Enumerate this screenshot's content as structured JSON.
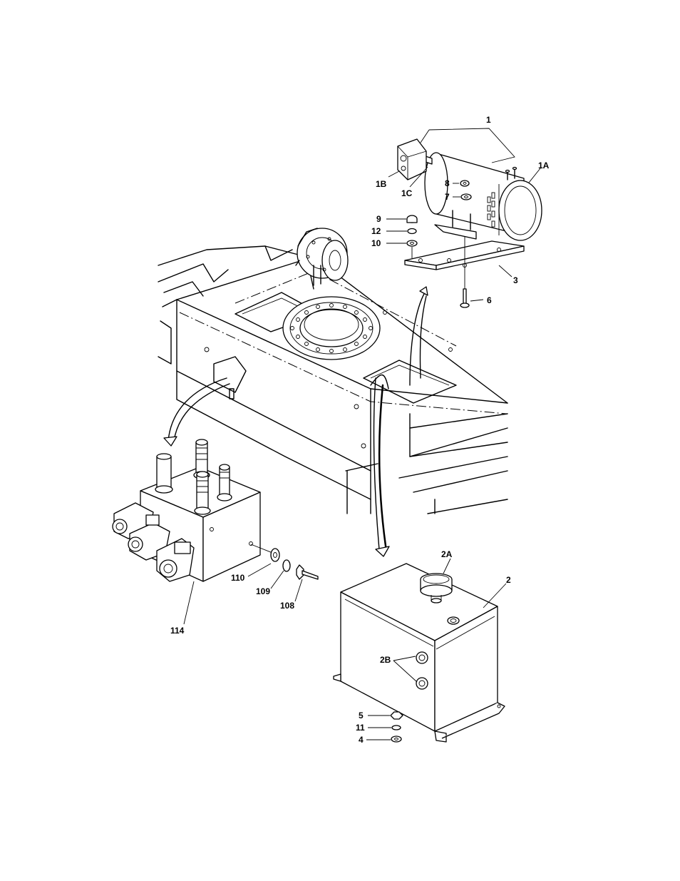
{
  "callouts": {
    "c1": "1",
    "c1A": "1A",
    "c1B": "1B",
    "c1C": "1C",
    "c2": "2",
    "c2A": "2A",
    "c2B": "2B",
    "c3": "3",
    "c4": "4",
    "c5": "5",
    "c6": "6",
    "c7": "7",
    "c8": "8",
    "c9": "9",
    "c10": "10",
    "c11": "11",
    "c12": "12",
    "c108": "108",
    "c109": "109",
    "c110": "110",
    "c114": "114"
  }
}
